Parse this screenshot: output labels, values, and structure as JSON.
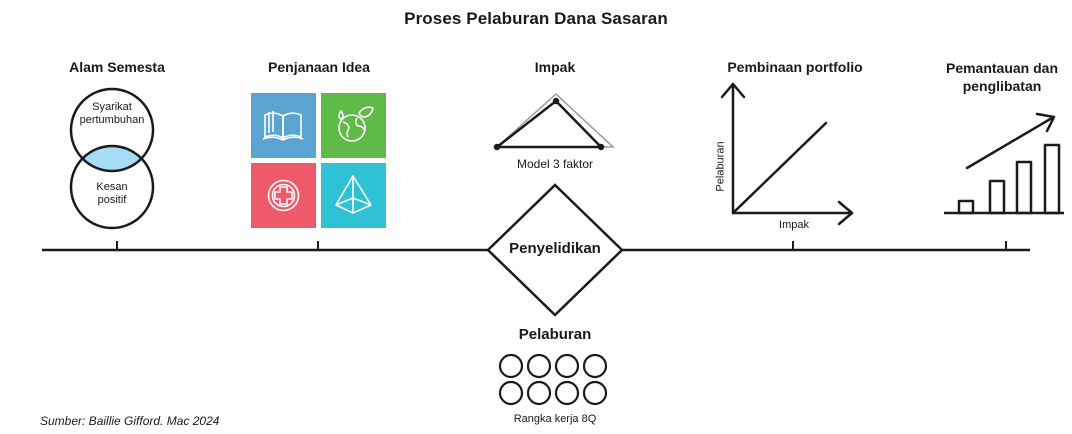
{
  "title": "Proses Pelaburan Dana Sasaran",
  "stages": [
    {
      "label": "Alam Semesta",
      "circle_top": "Syarikat pertumbuhan",
      "circle_bottom": "Kesan positif"
    },
    {
      "label": "Penjanaan Idea"
    },
    {
      "label": "Impak",
      "caption": "Model 3 faktor"
    },
    {
      "label": "Pembinaan portfolio",
      "y_axis": "Pelaburan",
      "x_axis": "Impak"
    },
    {
      "label": "Pemantauan dan penglibatan"
    }
  ],
  "center": {
    "label": "Penyelidikan"
  },
  "investment": {
    "label": "Pelaburan",
    "caption": "Rangka kerja 8Q"
  },
  "source": "Sumber: Baillie Gifford. Mac 2024",
  "colors": {
    "venn_overlap": "#a6dcf5",
    "tile_book": "#5ba3d0",
    "tile_globe": "#5fba47",
    "tile_health": "#ef5a6a",
    "tile_pyramid": "#2fc2d4"
  },
  "icons": [
    "book-icon",
    "globe-leaf-icon",
    "medical-cross-icon",
    "pyramid-icon"
  ]
}
